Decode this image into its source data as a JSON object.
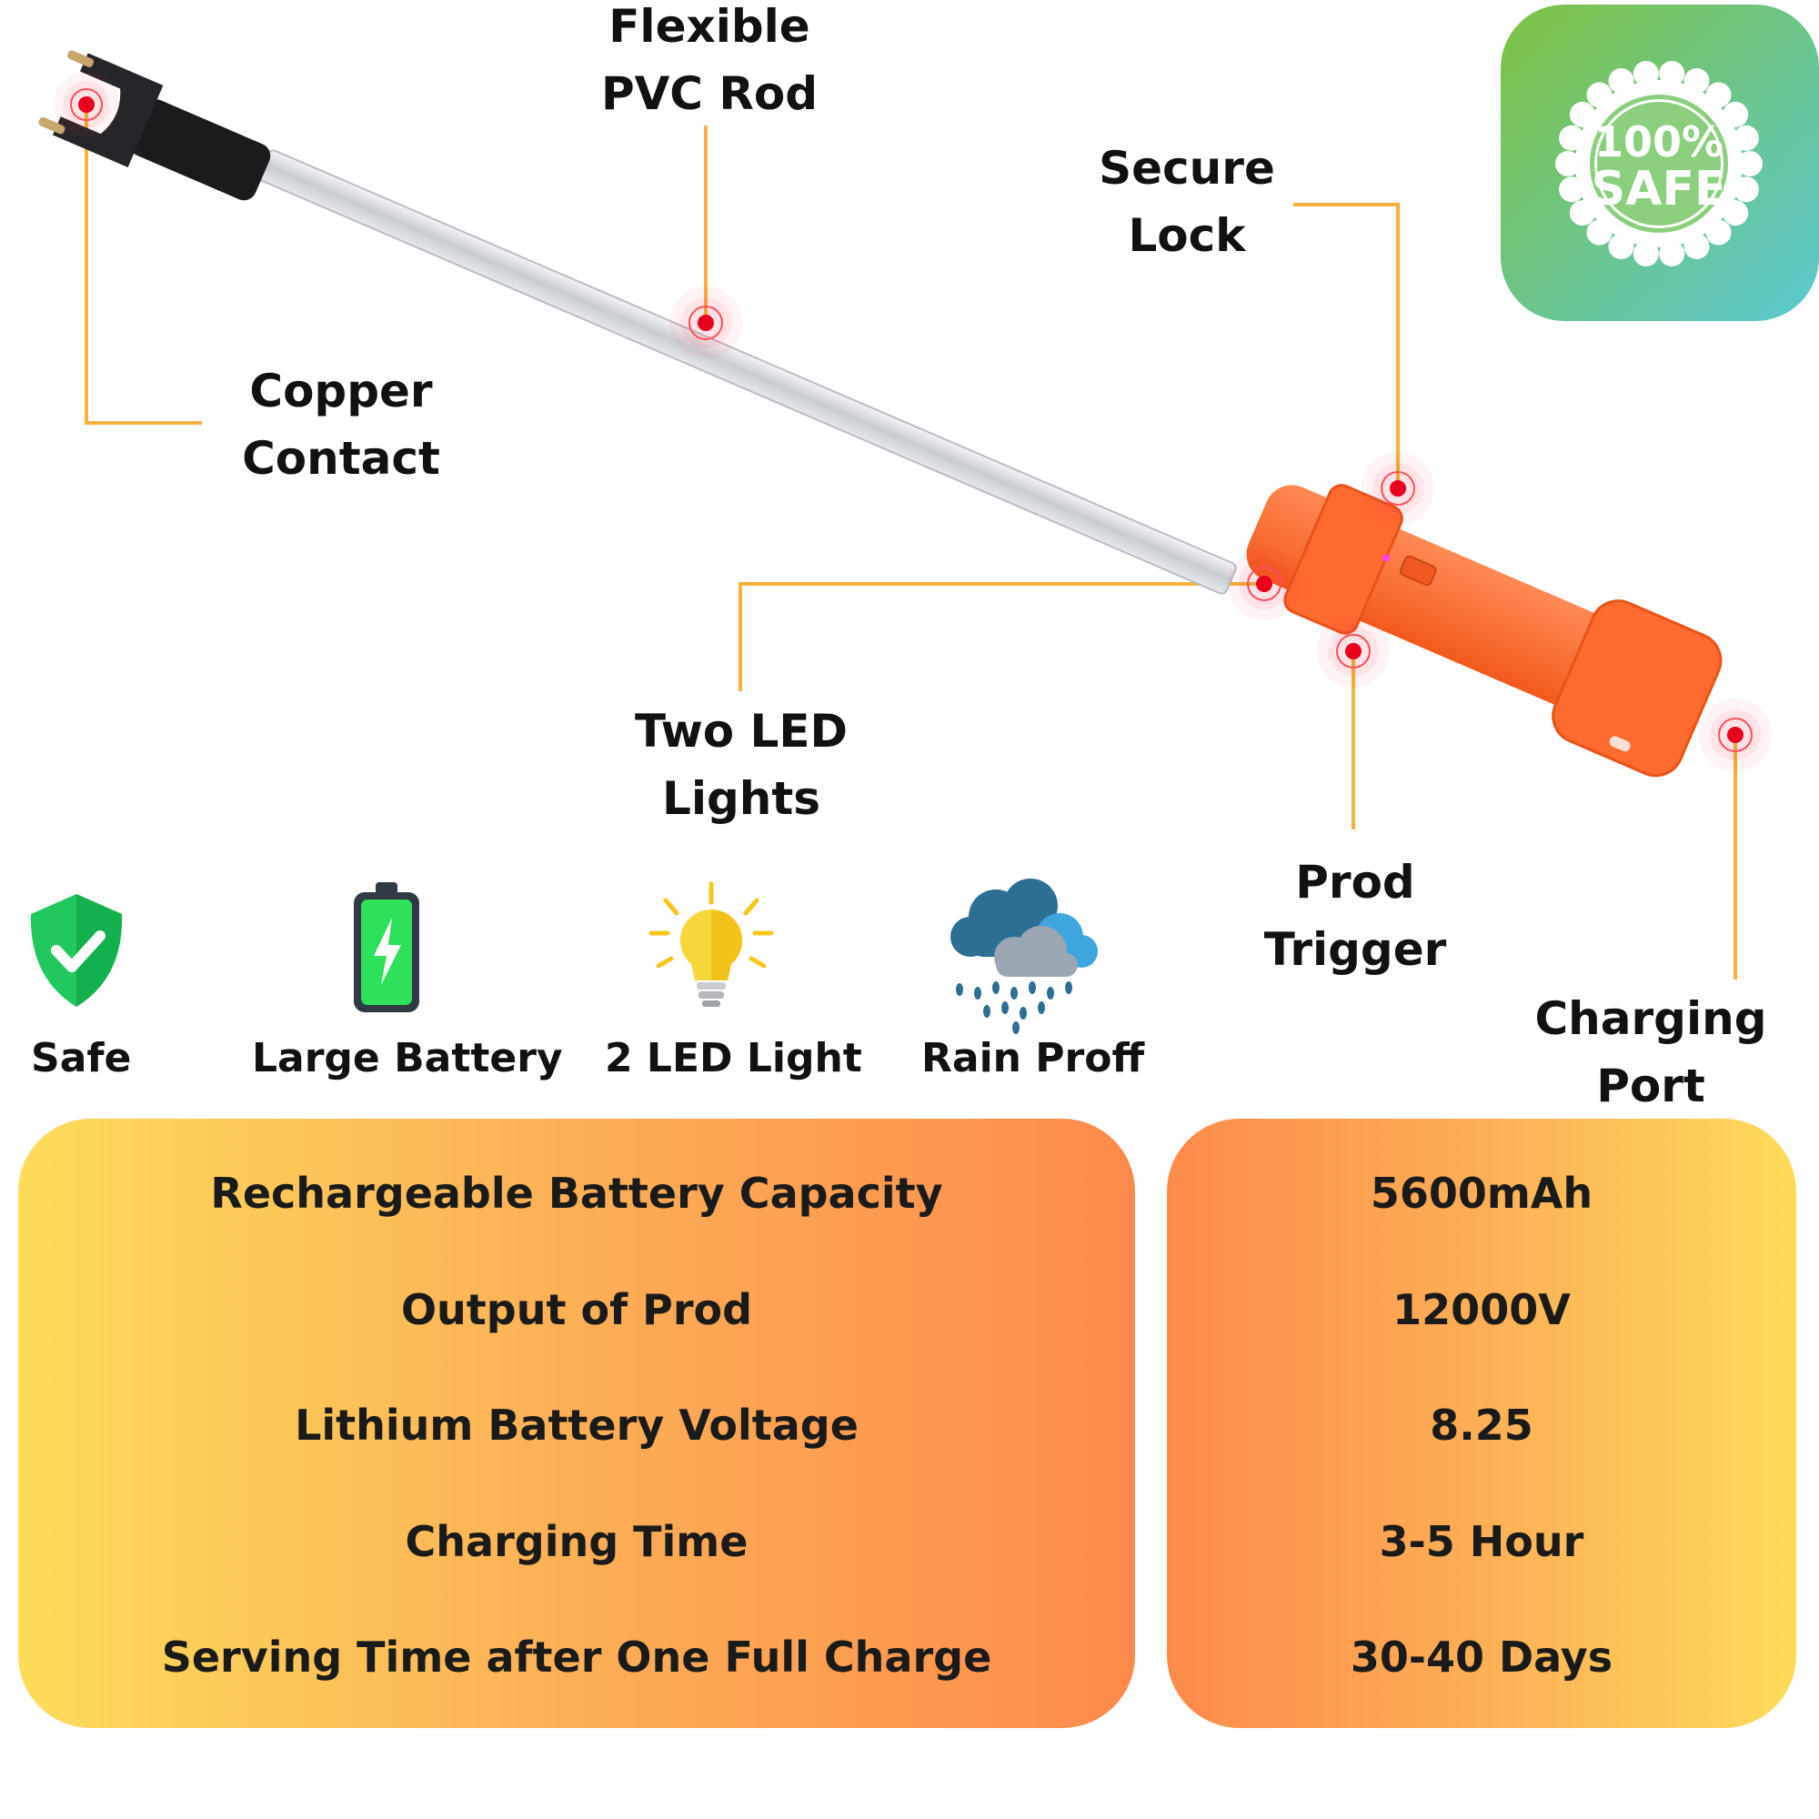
{
  "callouts": {
    "flexible_rod": [
      "Flexible",
      "PVC Rod"
    ],
    "secure_lock": [
      "Secure",
      "Lock"
    ],
    "copper_contact": [
      "Copper",
      "Contact"
    ],
    "two_led": [
      "Two LED",
      "Lights"
    ],
    "prod_trigger": [
      "Prod",
      "Trigger"
    ],
    "charging_port": [
      "Charging",
      "Port"
    ]
  },
  "badge": {
    "line1": "100%",
    "line2": "SAFE"
  },
  "features": [
    {
      "label": "Safe",
      "icon": "shield-check-icon"
    },
    {
      "label": "Large Battery",
      "icon": "battery-icon"
    },
    {
      "label": "2 LED Light",
      "icon": "lightbulb-icon"
    },
    {
      "label": "Rain Proff",
      "icon": "rain-cloud-icon"
    }
  ],
  "specs": {
    "labels": [
      "Rechargeable Battery Capacity",
      "Output of Prod",
      "Lithium Battery Voltage",
      "Charging Time",
      "Serving Time after One Full Charge"
    ],
    "values": [
      "5600mAh",
      "12000V",
      "8.25",
      "3-5 Hour",
      "30-40 Days"
    ]
  },
  "colors": {
    "leader": "#f5b13d",
    "marker": "#e8001c",
    "handle": "#ff6a30",
    "badge_from": "#7fc241",
    "badge_to": "#5bc8d1"
  }
}
